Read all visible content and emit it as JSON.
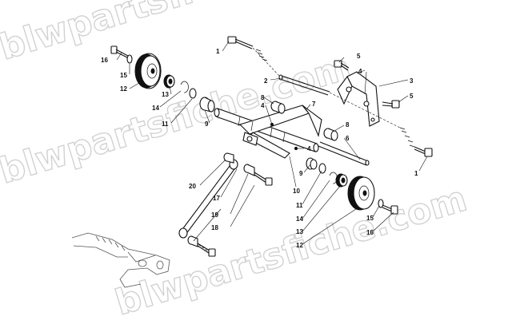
{
  "watermark": {
    "text": "blwpartsfiche.com"
  },
  "callouts": [
    {
      "id": "c1a",
      "label": "1"
    },
    {
      "id": "c1b",
      "label": "1"
    },
    {
      "id": "c2",
      "label": "2"
    },
    {
      "id": "c3",
      "label": "3"
    },
    {
      "id": "c4a",
      "label": "4"
    },
    {
      "id": "c4b",
      "label": "4"
    },
    {
      "id": "c4c",
      "label": "4"
    },
    {
      "id": "c5a",
      "label": "5"
    },
    {
      "id": "c5b",
      "label": "5"
    },
    {
      "id": "c6",
      "label": "6"
    },
    {
      "id": "c7",
      "label": "7"
    },
    {
      "id": "c8a",
      "label": "8"
    },
    {
      "id": "c8b",
      "label": "8"
    },
    {
      "id": "c9a",
      "label": "9"
    },
    {
      "id": "c9b",
      "label": "9"
    },
    {
      "id": "c10",
      "label": "10"
    },
    {
      "id": "c11a",
      "label": "11"
    },
    {
      "id": "c11b",
      "label": "11"
    },
    {
      "id": "c12a",
      "label": "12"
    },
    {
      "id": "c12b",
      "label": "12"
    },
    {
      "id": "c13a",
      "label": "13"
    },
    {
      "id": "c13b",
      "label": "13"
    },
    {
      "id": "c14a",
      "label": "14"
    },
    {
      "id": "c14b",
      "label": "14"
    },
    {
      "id": "c15a",
      "label": "15"
    },
    {
      "id": "c15b",
      "label": "15"
    },
    {
      "id": "c16a",
      "label": "16"
    },
    {
      "id": "c16b",
      "label": "16"
    },
    {
      "id": "c17",
      "label": "17"
    },
    {
      "id": "c18",
      "label": "18"
    },
    {
      "id": "c19",
      "label": "19"
    },
    {
      "id": "c20",
      "label": "20"
    }
  ]
}
